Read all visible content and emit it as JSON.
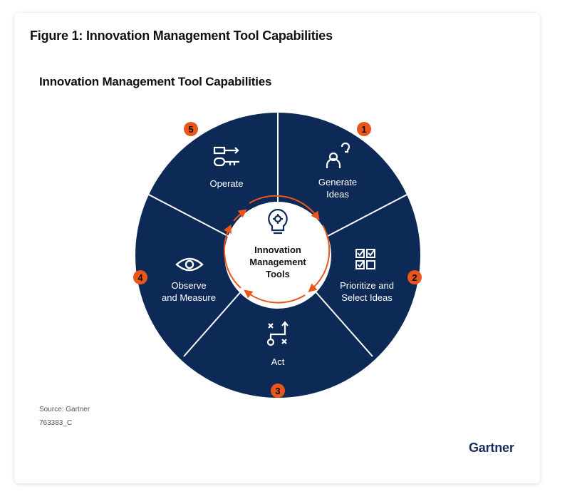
{
  "figure_title": "Figure 1: Innovation Management Tool Capabilities",
  "diagram_title": "Innovation Management Tool Capabilities",
  "center_label": [
    "Innovation",
    "Management",
    "Tools"
  ],
  "segments": [
    {
      "number": "1",
      "label_lines": [
        "Generate",
        "Ideas"
      ],
      "icon": "person-lightbulb-icon"
    },
    {
      "number": "2",
      "label_lines": [
        "Prioritize and",
        "Select Ideas"
      ],
      "icon": "checklist-grid-icon"
    },
    {
      "number": "3",
      "label_lines": [
        "Act"
      ],
      "icon": "strategy-play-icon"
    },
    {
      "number": "4",
      "label_lines": [
        "Observe",
        "and Measure"
      ],
      "icon": "eye-icon"
    },
    {
      "number": "5",
      "label_lines": [
        "Operate"
      ],
      "icon": "operate-key-icon"
    }
  ],
  "source": "Source: Gartner",
  "doc_id": "763383_C",
  "brand": "Gartner",
  "colors": {
    "wheel_fill": "#0d2a56",
    "accent": "#e8561c",
    "divider": "#ffffff",
    "text_dark": "#111111",
    "brand": "#1b2f5e"
  }
}
